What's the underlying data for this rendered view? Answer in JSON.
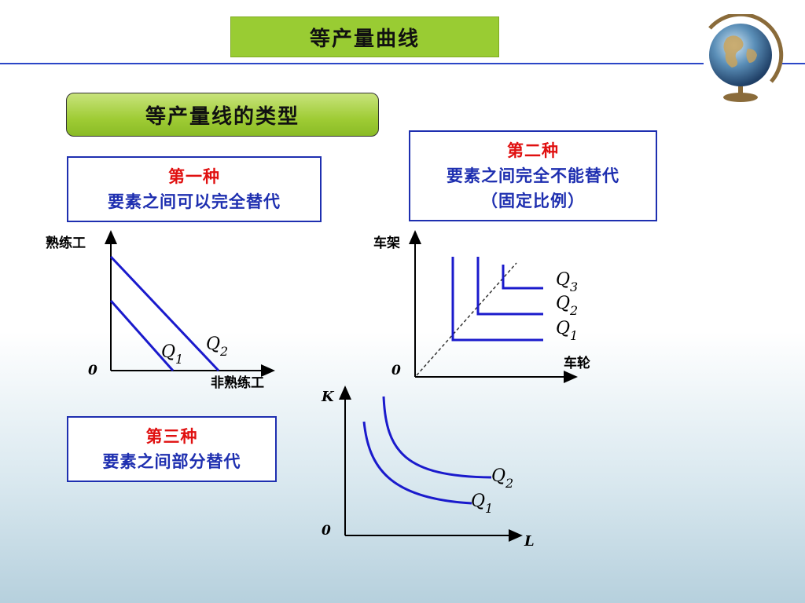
{
  "slide": {
    "title": "等产量曲线",
    "subtitle": "等产量线的类型"
  },
  "type1": {
    "heading": "第一种",
    "description": "要素之间可以完全替代",
    "y_label": "熟练工",
    "x_label": "非熟练工",
    "origin": "0",
    "curves": [
      {
        "name": "Q",
        "sub": "1"
      },
      {
        "name": "Q",
        "sub": "2"
      }
    ]
  },
  "type2": {
    "heading": "第二种",
    "description": "要素之间完全不能替代",
    "note": "（固定比例）",
    "y_label": "车架",
    "x_label": "车轮",
    "origin": "0",
    "curves": [
      {
        "name": "Q",
        "sub": "1"
      },
      {
        "name": "Q",
        "sub": "2"
      },
      {
        "name": "Q",
        "sub": "3"
      }
    ]
  },
  "type3": {
    "heading": "第三种",
    "description": "要素之间部分替代",
    "y_label": "K",
    "x_label": "L",
    "origin": "0",
    "curves": [
      {
        "name": "Q",
        "sub": "1"
      },
      {
        "name": "Q",
        "sub": "2"
      }
    ]
  },
  "colors": {
    "title_bg": "#99cc33",
    "curve": "#1a1acc",
    "heading_red": "#e01010",
    "text_blue": "#1e2fb0"
  }
}
